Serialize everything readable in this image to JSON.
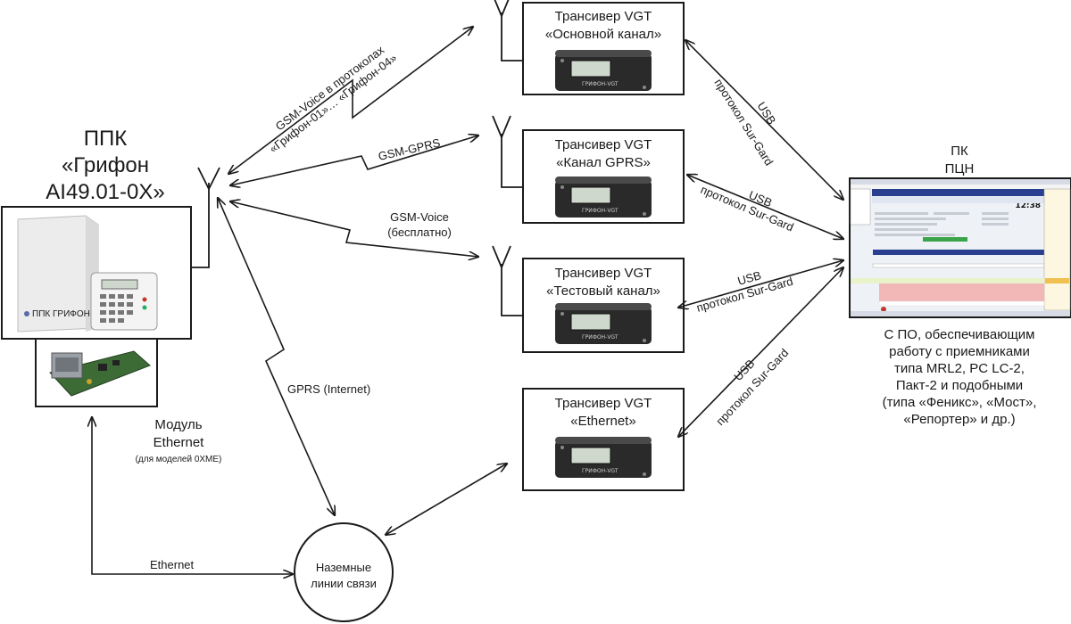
{
  "ppk": {
    "title_lines": [
      "ППК",
      "«Грифон",
      "AI49.01-0X»"
    ],
    "panel_brand": "ППК ГРИФОН-МОЙ"
  },
  "ethernet_module": {
    "title_lines": [
      "Модуль",
      "Ethernet"
    ],
    "note": "(для моделей 0XME)"
  },
  "transceivers": [
    {
      "lines": [
        "Трансивер VGT",
        "«Основной канал»"
      ],
      "device_label": "ГРИФОН-VGT"
    },
    {
      "lines": [
        "Трансивер VGT",
        "«Канал GPRS»"
      ],
      "device_label": "ГРИФОН-VGT"
    },
    {
      "lines": [
        "Трансивер VGT",
        "«Тестовый канал»"
      ],
      "device_label": "ГРИФОН-VGT"
    },
    {
      "lines": [
        "Трансивер VGT",
        "«Ethernet»"
      ],
      "device_label": "ГРИФОН-VGT"
    }
  ],
  "pc": {
    "title_lines": [
      "ПК",
      "ПЦН"
    ],
    "clock": "12:38",
    "description_lines": [
      "С ПО, обеспечивающим",
      "работу с приемниками",
      "типа MRL2, PC LC-2,",
      "Пакт-2 и подобными",
      "(типа «Феникс», «Мост»,",
      "«Репортер» и др.)"
    ]
  },
  "landline": {
    "lines": [
      "Наземные",
      "линии связи"
    ]
  },
  "links": {
    "gsm_voice_protocols": [
      "GSM-Voice в протоколах",
      "«Грифон-01»… «Грифон-04»"
    ],
    "gsm_gprs": "GSM-GPRS",
    "gsm_voice_free": [
      "GSM-Voice",
      "(бесплатно)"
    ],
    "gprs_internet": "GPRS (Internet)",
    "ethernet": "Ethernet",
    "usb": [
      "USB",
      "протокол Sur-Gard"
    ]
  },
  "colors": {
    "line": "#1a1a1a",
    "device_body": "#2a2a2a",
    "lcd": "#cfd8cc",
    "pc_titlebar": "#2a3f8f",
    "alarm_row": "#f2b8b8",
    "ok_row": "#e9f2c9",
    "panel_case": "#ececec"
  }
}
